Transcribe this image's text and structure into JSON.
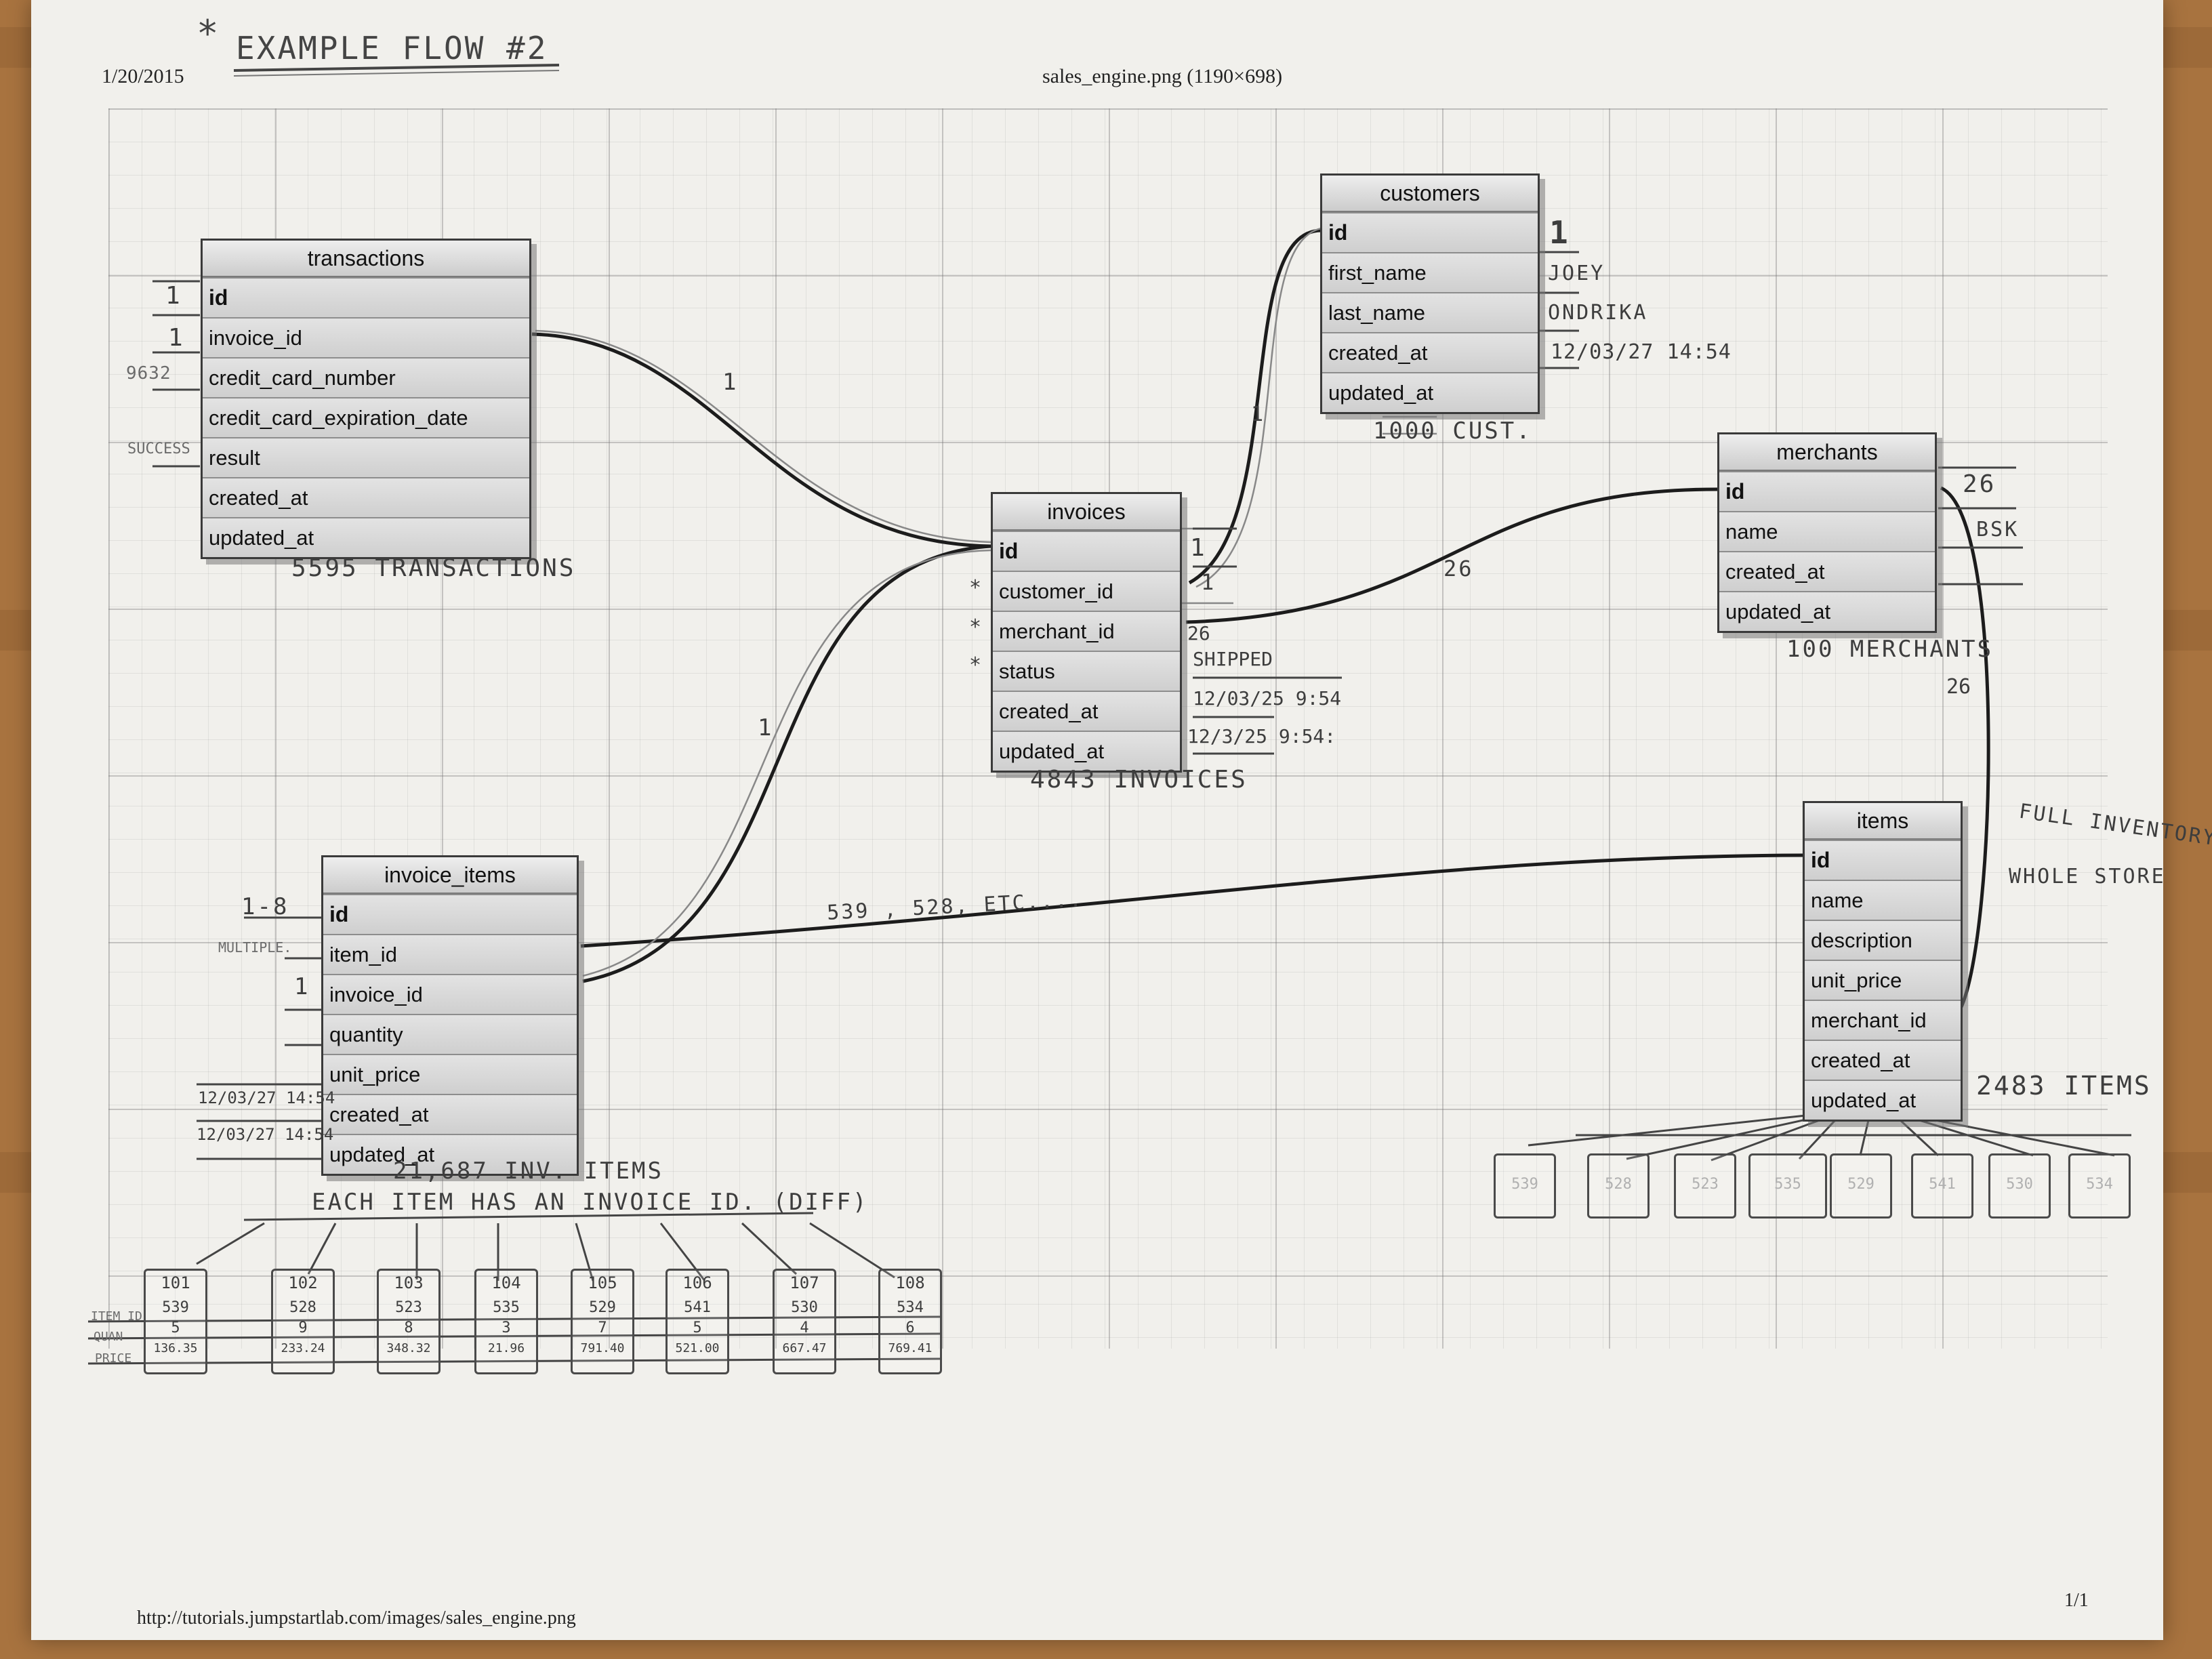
{
  "header": {
    "date": "1/20/2015",
    "file_title": "sales_engine.png (1190×698)",
    "handwritten_title": "EXAMPLE FLOW #2"
  },
  "footer": {
    "url": "http://tutorials.jumpstartlab.com/images/sales_engine.png",
    "page": "1/1"
  },
  "tables": {
    "transactions": {
      "title": "transactions",
      "rows": [
        "id",
        "invoice_id",
        "credit_card_number",
        "credit_card_expiration_date",
        "result",
        "created_at",
        "updated_at"
      ]
    },
    "customers": {
      "title": "customers",
      "rows": [
        "id",
        "first_name",
        "last_name",
        "created_at",
        "updated_at"
      ]
    },
    "invoices": {
      "title": "invoices",
      "rows": [
        "id",
        "customer_id",
        "merchant_id",
        "status",
        "created_at",
        "updated_at"
      ]
    },
    "merchants": {
      "title": "merchants",
      "rows": [
        "id",
        "name",
        "created_at",
        "updated_at"
      ]
    },
    "invoice_items": {
      "title": "invoice_items",
      "rows": [
        "id",
        "item_id",
        "invoice_id",
        "quantity",
        "unit_price",
        "created_at",
        "updated_at"
      ]
    },
    "items": {
      "title": "items",
      "rows": [
        "id",
        "name",
        "description",
        "unit_price",
        "merchant_id",
        "created_at",
        "updated_at"
      ]
    }
  },
  "notes": {
    "transactions_count": "5595 TRANSACTIONS",
    "customers_count": "1000 CUST.",
    "invoices_count": "4843 INVOICES",
    "merchants_count": "100 MERCHANTS",
    "items_count": "2483 ITEMS",
    "invoice_items_count": "21,687 INV. ITEMS",
    "each_item_note": "EACH ITEM HAS AN INVOICE ID. (DIFF)",
    "full_inventory_1": "FULL INVENTORY",
    "full_inventory_2": "WHOLE STORE",
    "trans_id_val": "1",
    "trans_invoice_val": "1",
    "trans_cc_val": "9632",
    "trans_result_val": "SUCCESS",
    "cust_id_val": "1",
    "cust_first_val": "JOEY",
    "cust_last_val": "ONDRIKA",
    "cust_created_val": "12/03/27   14:54",
    "inv_id_val": "1",
    "inv_cust_val": "1",
    "inv_merch_val": "26",
    "inv_status_val": "SHIPPED",
    "inv_created_val": "12/03/25  9:54",
    "inv_updated_val": "12/3/25  9:54:",
    "merch_id_val": "26",
    "merch_name_val": "BSK",
    "ii_id_val": "1-8",
    "ii_item_val": "MULTIPLE.",
    "ii_invoice_val": "1",
    "ii_created_val": "12/03/27  14:54",
    "ii_updated_val": "12/03/27  14:54",
    "rel_trans_inv": "1",
    "rel_ii_inv": "1",
    "rel_inv_cust": "1",
    "rel_inv_merch": "26",
    "rel_items_merch": "26",
    "rel_ii_items": "539 , 528, ETC....",
    "row_label_item": "ITEM ID",
    "row_label_quan": "QUAN",
    "row_label_price": "PRICE"
  },
  "invoice_item_samples": [
    {
      "id": "101",
      "item": "539",
      "quan": "5",
      "price": "136.35"
    },
    {
      "id": "102",
      "item": "528",
      "quan": "9",
      "price": "233.24"
    },
    {
      "id": "103",
      "item": "523",
      "quan": "8",
      "price": "348.32"
    },
    {
      "id": "104",
      "item": "535",
      "quan": "3",
      "price": "21.96"
    },
    {
      "id": "105",
      "item": "529",
      "quan": "7",
      "price": "791.40"
    },
    {
      "id": "106",
      "item": "541",
      "quan": "5",
      "price": "521.00"
    },
    {
      "id": "107",
      "item": "530",
      "quan": "4",
      "price": "667.47"
    },
    {
      "id": "108",
      "item": "534",
      "quan": "6",
      "price": "769.41"
    }
  ],
  "item_boxes": [
    "539",
    "528",
    "523",
    "535",
    "529",
    "541",
    "530",
    "534"
  ]
}
